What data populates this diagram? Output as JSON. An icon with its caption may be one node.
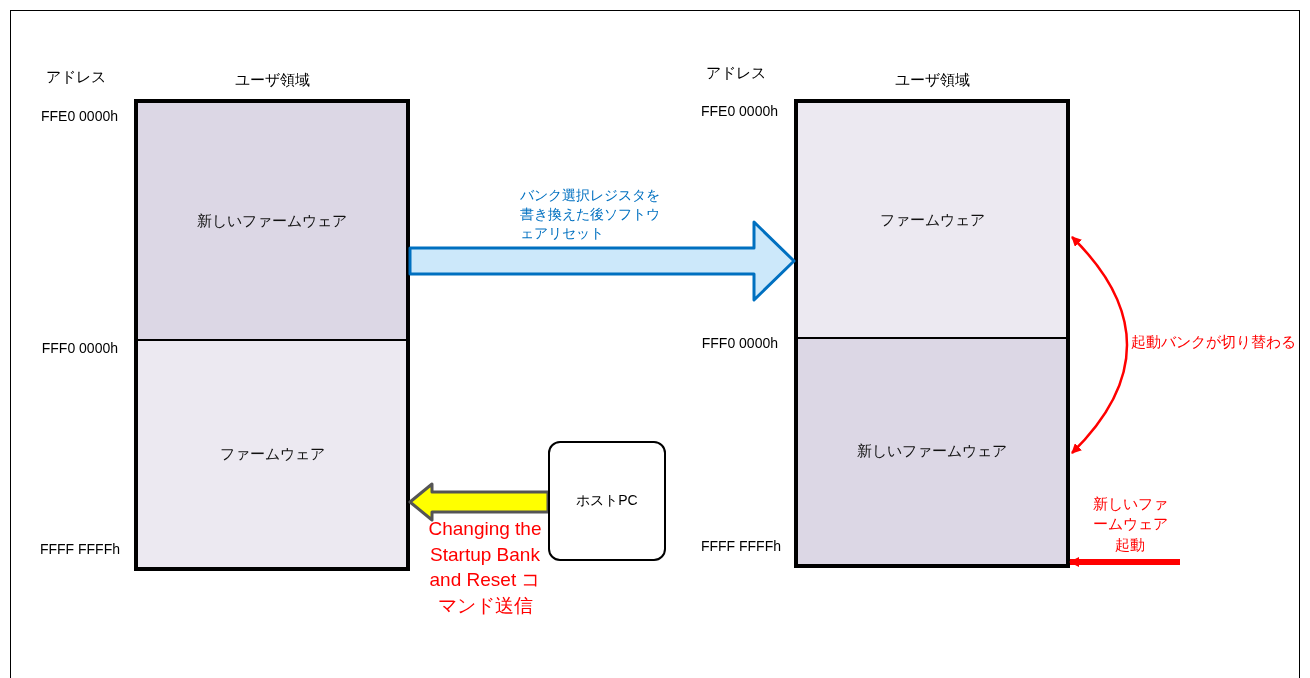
{
  "diagram": {
    "nodes": [
      {
        "text": [
          "ユーザ領域"
        ]
      },
      {
        "text": [
          "新しいファームウェア"
        ],
        "in": 0
      },
      {
        "text": [
          "ファームウェア"
        ],
        "in": 0
      },
      {
        "text": [
          "ホストPC"
        ]
      },
      {
        "text": [
          "ユーザ領域"
        ]
      },
      {
        "text": [
          "ファームウェア"
        ],
        "in": 4
      },
      {
        "text": [
          "新しいファームウェア"
        ],
        "in": 4
      }
    ],
    "edges": [
      {
        "from": 3,
        "to": 2,
        "arrow": "to",
        "style": "thick",
        "color": "#ffff00",
        "label": "Changing the Startup Bank and Reset コマンド送信"
      },
      {
        "from": 0,
        "to": 4,
        "arrow": "to",
        "style": "thick",
        "color": "#cce8fa",
        "label": "バンク選択レジスタを書き換えた後ソフトウェアリセット"
      },
      {
        "from": 5,
        "to": 6,
        "arrow": "both",
        "color": "#ff0000",
        "label": "起動バンクが切り替わる"
      },
      {
        "from": null,
        "to": 4,
        "arrow": "to",
        "style": "thick",
        "color": "#ff0000",
        "label": "新しいファームウェア起動"
      }
    ],
    "labels": [
      "アドレス",
      "FFE0 0000h",
      "FFF0 0000h",
      "FFFF FFFFh",
      "アドレス",
      "FFE0 0000h",
      "FFF0 0000h",
      "FFFF FFFFh"
    ]
  }
}
